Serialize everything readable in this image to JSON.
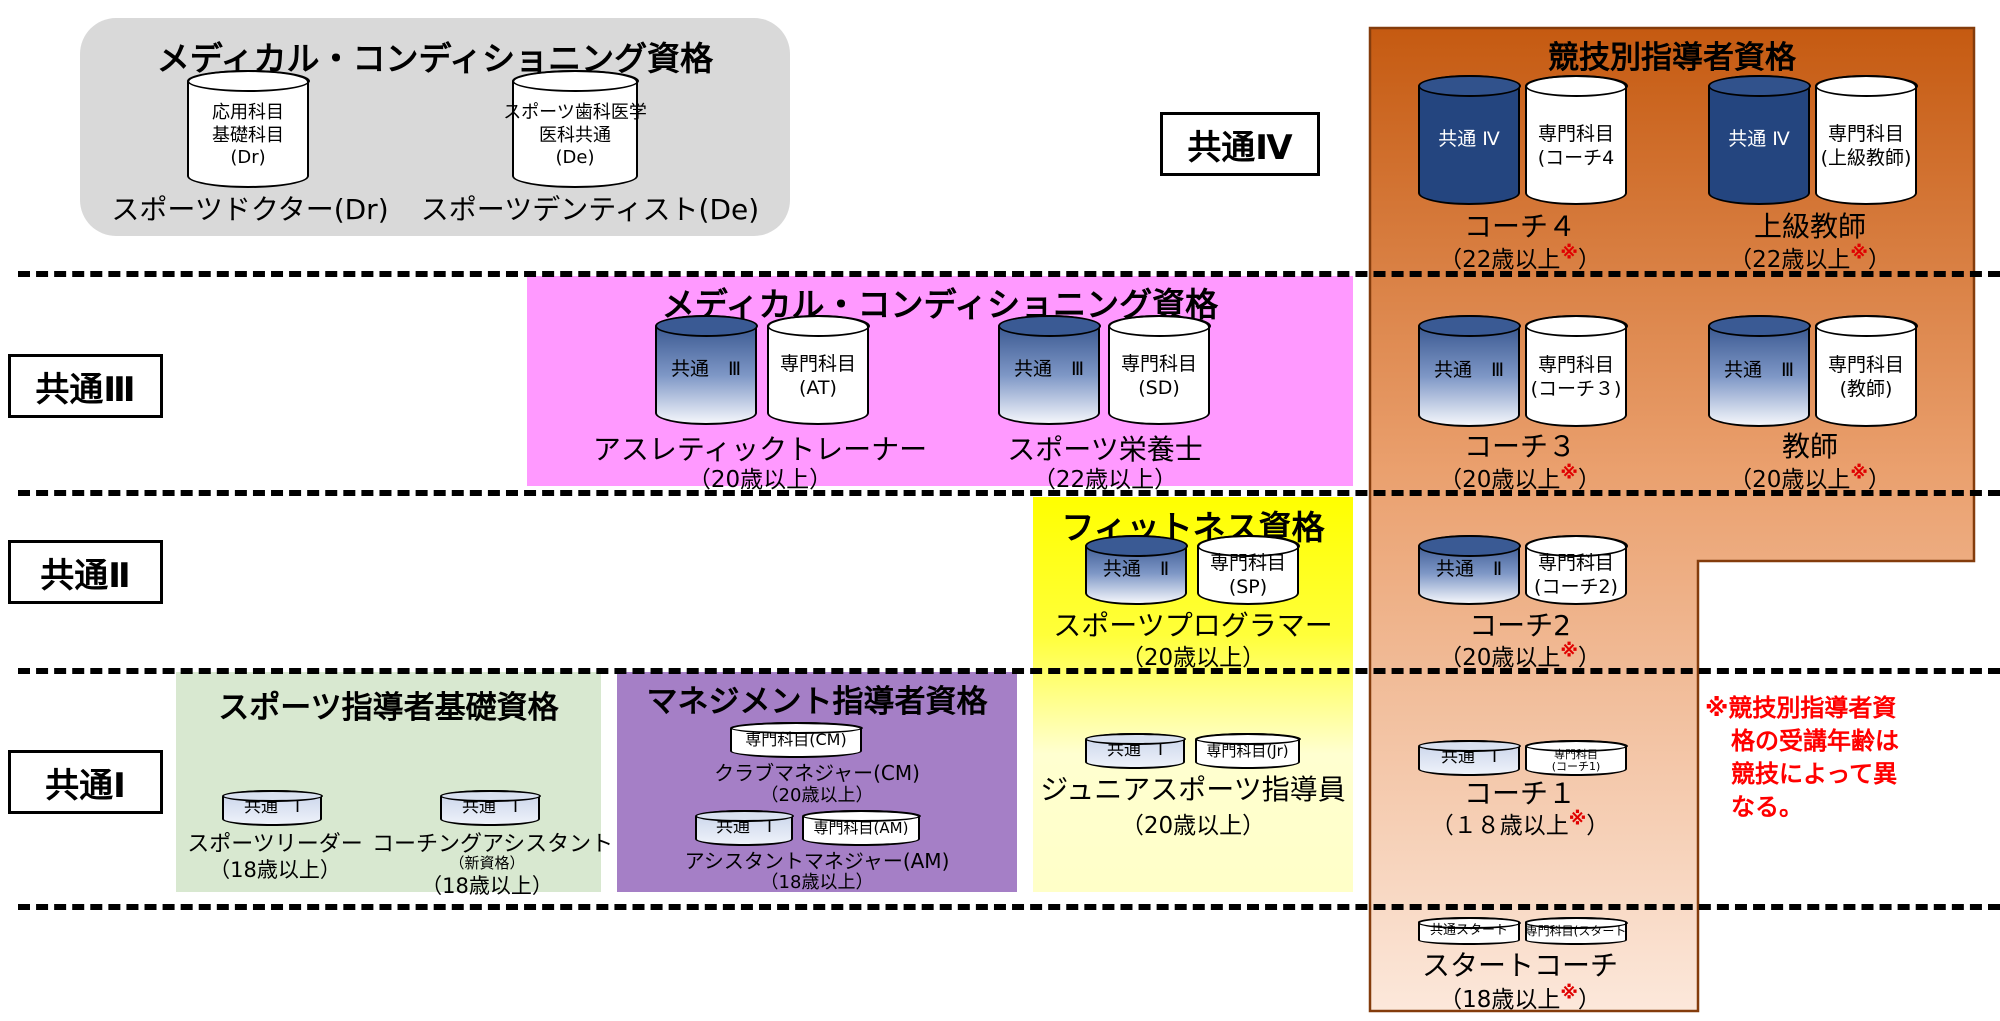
{
  "levels": {
    "iv": "共通Ⅳ",
    "iii": "共通Ⅲ",
    "ii": "共通Ⅱ",
    "i": "共通Ⅰ"
  },
  "mark": "※",
  "note": [
    "※競技別指導者資",
    "格の受講年齢は",
    "競技によって異",
    "なる。"
  ],
  "medical_top": {
    "title": "メディカル・コンディショニング資格",
    "dr_cyl": [
      "応用科目",
      "基礎科目",
      "(Dr)"
    ],
    "de_cyl": [
      "スポーツ歯科医学",
      "医科共通",
      "(De)"
    ],
    "dr_name": "スポーツドクター(Dr)",
    "de_name": "スポーツデンティスト(De)"
  },
  "medical_mid": {
    "title": "メディカル・コンディショニング資格",
    "common": "共通　Ⅲ",
    "at_cyl": [
      "専門科目",
      "(AT)"
    ],
    "sd_cyl": [
      "専門科目",
      "(SD)"
    ],
    "at_name": "アスレティックトレーナー",
    "at_age": "（20歳以上）",
    "sd_name": "スポーツ栄養士",
    "sd_age": "（22歳以上）"
  },
  "fitness": {
    "title": "フィットネス資格",
    "common": "共通　Ⅱ",
    "sp_cyl": [
      "専門科目",
      "(SP)"
    ],
    "sp_name": "スポーツプログラマー",
    "sp_age": "（20歳以上）",
    "jr_common": "共通　Ⅰ",
    "jr_cyl": "専門科目(Jr)",
    "jr_name": "ジュニアスポーツ指導員",
    "jr_age": "（20歳以上）"
  },
  "basic": {
    "title": "スポーツ指導者基礎資格",
    "common": "共通　Ⅰ",
    "leader_name": "スポーツリーダー",
    "leader_age": "（18歳以上）",
    "assistant_name": "コーチングアシスタント",
    "assistant_sub": "（新資格）",
    "assistant_age": "（18歳以上）"
  },
  "management": {
    "title": "マネジメント指導者資格",
    "cm_cyl": "専門科目(CM)",
    "cm_name": "クラブマネジャー(CM)",
    "cm_age": "（20歳以上）",
    "am_common": "共通　Ⅰ",
    "am_cyl": "専門科目(AM)",
    "am_name": "アシスタントマネジャー(AM)",
    "am_age": "（18歳以上）"
  },
  "sport": {
    "title": "競技別指導者資格",
    "iv_common": "共通 Ⅳ",
    "coach4_cyl": [
      "専門科目",
      "(コーチ4"
    ],
    "coach4_name": "コーチ４",
    "coach4_age": "（22歳以上",
    "senior_cyl": [
      "専門科目",
      "(上級教師)"
    ],
    "senior_name": "上級教師",
    "senior_age": "（22歳以上",
    "iii_common": "共通　Ⅲ",
    "coach3_cyl": [
      "専門科目",
      "(コーチ３)"
    ],
    "coach3_name": "コーチ３",
    "coach3_age": "（20歳以上",
    "teacher_cyl": [
      "専門科目",
      "(教師)"
    ],
    "teacher_name": "教師",
    "teacher_age": "（20歳以上",
    "ii_common": "共通　Ⅱ",
    "coach2_cyl": [
      "専門科目",
      "(コーチ2)"
    ],
    "coach2_name": "コーチ2",
    "coach2_age": "（20歳以上",
    "i_common": "共通　Ⅰ",
    "coach1_cyl": [
      "専門科目",
      "(コーチ1)"
    ],
    "coach1_name": "コーチ１",
    "coach1_age": "（１８歳以上",
    "start_common": "共通スタート",
    "start_cyl": "専門科目(スタート",
    "start_name": "スタートコーチ",
    "start_age": "（18歳以上",
    "close": "）"
  },
  "colors": {
    "medical_top_bg": "#d9d9d9",
    "medical_mid_bg": "#ff99ff",
    "fitness_bg_top": "#ffff00",
    "fitness_bg_bottom": "#ffffc8",
    "basic_bg": "#d8e8d0",
    "management_bg": "#a57fc6",
    "sport_top": "#c55a11",
    "sport_bottom": "#fbe5d6",
    "note": "#ff0000"
  }
}
